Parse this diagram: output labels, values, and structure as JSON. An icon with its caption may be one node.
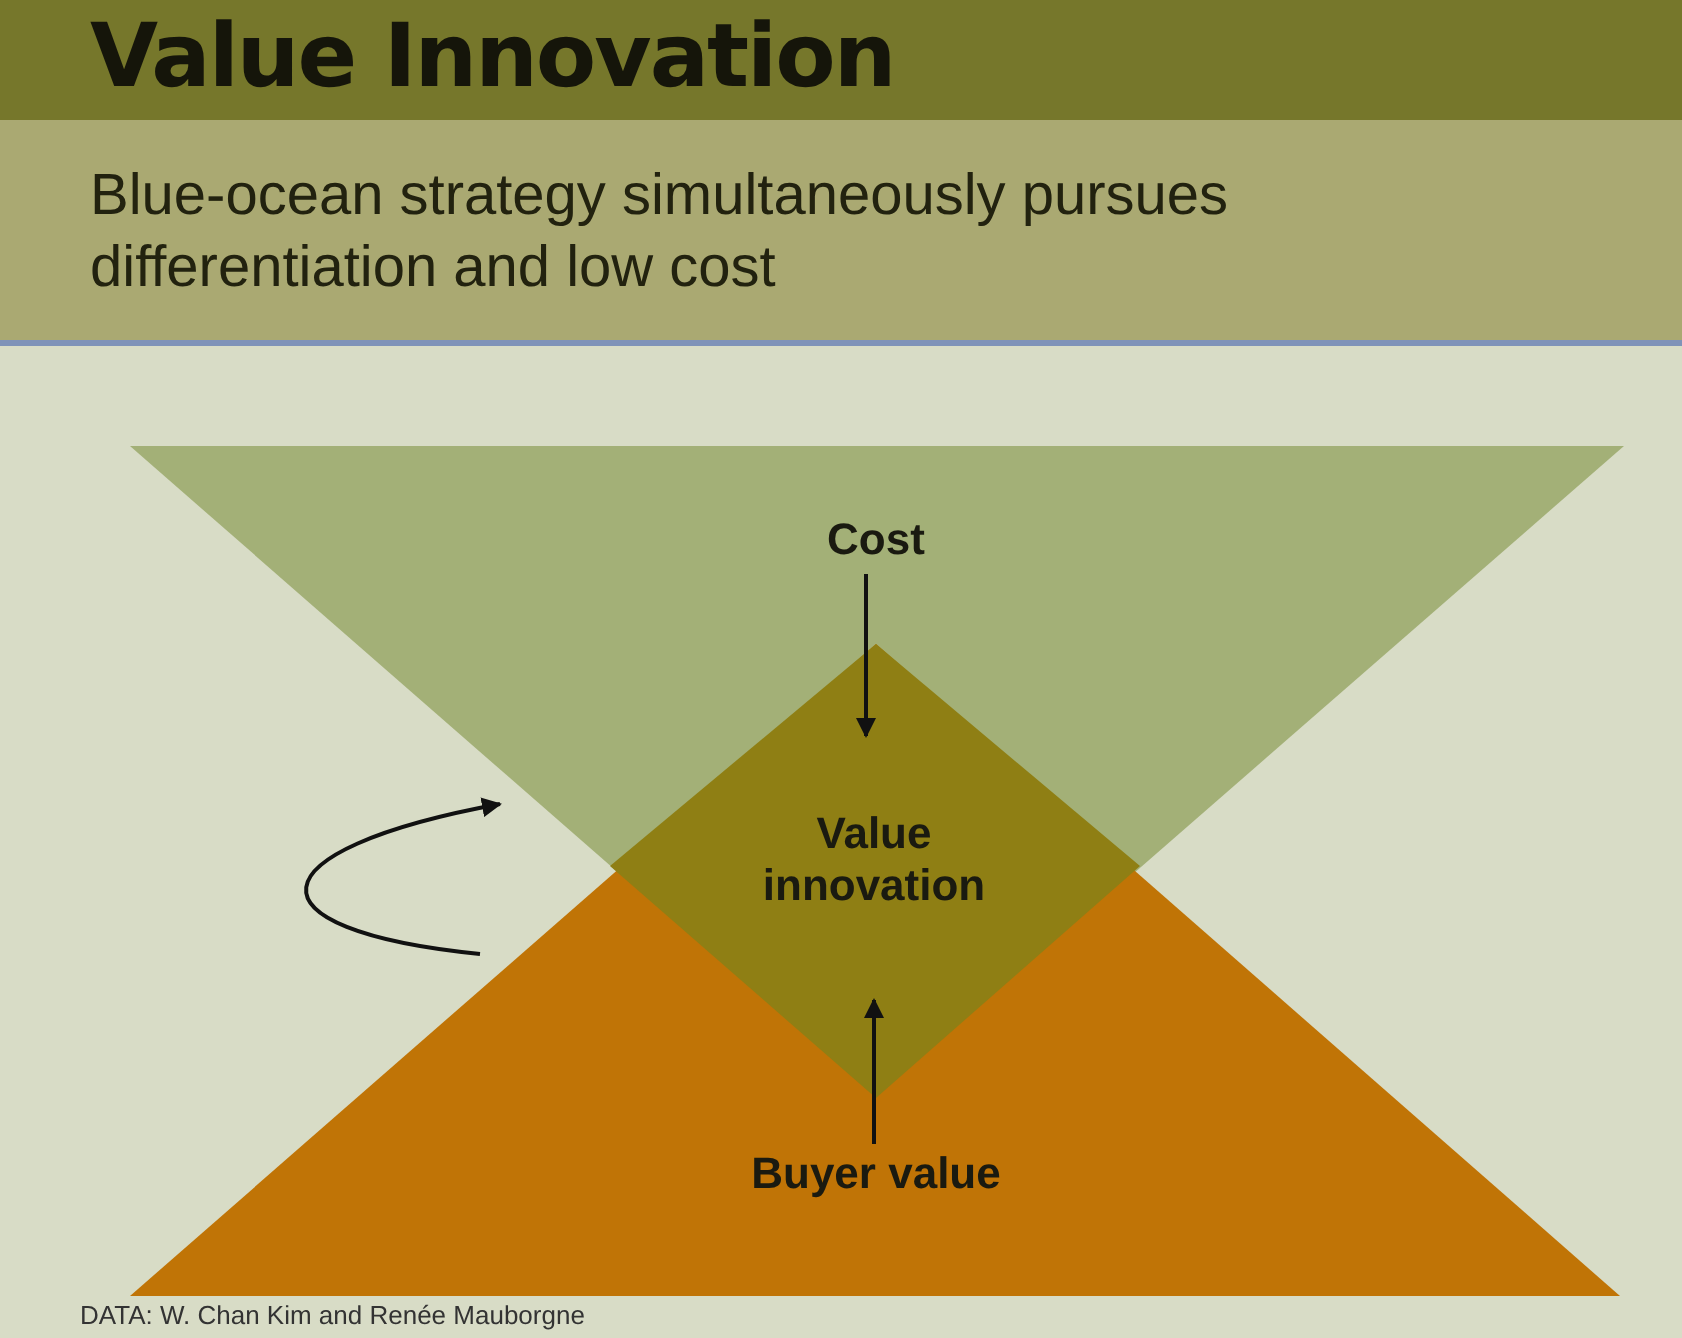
{
  "diagram": {
    "title": "Value Innovation",
    "nodes": [
      {
        "text": [
          "Cost"
        ]
      },
      {
        "text": [
          "Value innovation"
        ]
      },
      {
        "text": [
          "Buyer value"
        ]
      }
    ],
    "edges": [
      {
        "from": 0,
        "to": 1,
        "arrow": "to"
      },
      {
        "from": 2,
        "to": 1,
        "arrow": "to"
      }
    ],
    "labels": [
      "Blue-ocean strategy simultaneously pursues differentiation and low cost",
      "DATA: W. Chan Kim and Renée Mauborgne"
    ]
  }
}
